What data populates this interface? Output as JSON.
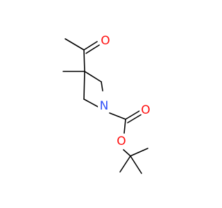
{
  "molecule": {
    "atoms": {
      "o_ketone": {
        "label": "O",
        "color": "#ff0d0d"
      },
      "n_ring": {
        "label": "N",
        "color": "#3050f8"
      },
      "o_carbonyl": {
        "label": "O",
        "color": "#ff0d0d"
      },
      "o_ester": {
        "label": "O",
        "color": "#ff0d0d"
      }
    }
  }
}
